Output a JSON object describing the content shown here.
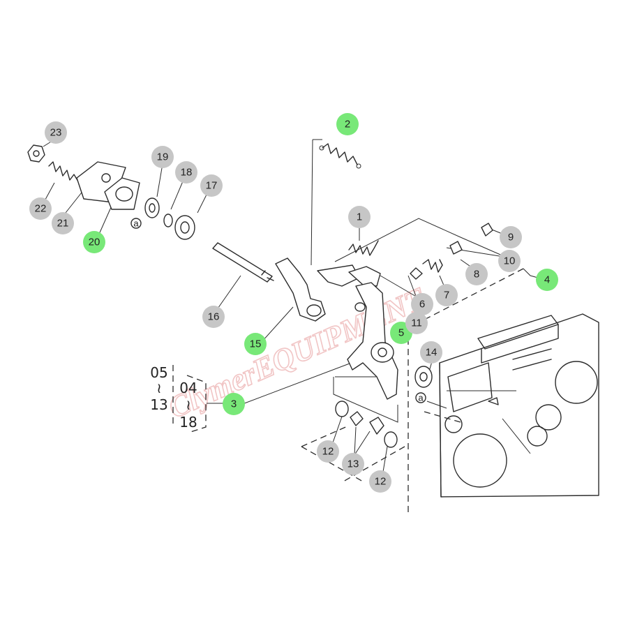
{
  "colors": {
    "highlight": "#78e878",
    "bubble": "#c6c6c6",
    "line": "#2b2b2b",
    "watermark": "#e8a0a0"
  },
  "callouts": [
    {
      "label": "1",
      "highlight": false
    },
    {
      "label": "2",
      "highlight": true
    },
    {
      "label": "3",
      "highlight": true
    },
    {
      "label": "4",
      "highlight": true
    },
    {
      "label": "5",
      "highlight": true
    },
    {
      "label": "6",
      "highlight": false
    },
    {
      "label": "7",
      "highlight": false
    },
    {
      "label": "8",
      "highlight": false
    },
    {
      "label": "9",
      "highlight": false
    },
    {
      "label": "10",
      "highlight": false
    },
    {
      "label": "11",
      "highlight": false
    },
    {
      "label": "12",
      "highlight": false
    },
    {
      "label": "12",
      "highlight": false
    },
    {
      "label": "13",
      "highlight": false
    },
    {
      "label": "14",
      "highlight": false
    },
    {
      "label": "15",
      "highlight": true
    },
    {
      "label": "16",
      "highlight": false
    },
    {
      "label": "17",
      "highlight": false
    },
    {
      "label": "18",
      "highlight": false
    },
    {
      "label": "19",
      "highlight": false
    },
    {
      "label": "20",
      "highlight": true
    },
    {
      "label": "21",
      "highlight": false
    },
    {
      "label": "22",
      "highlight": false
    },
    {
      "label": "23",
      "highlight": false
    }
  ],
  "calendar": {
    "top_left": "05",
    "bottom_left": "13",
    "top_right": "04",
    "bottom_right": "18",
    "tilde": "≀"
  },
  "symbol_a": "a",
  "watermark_text": "ClymerEQUIPMENT"
}
